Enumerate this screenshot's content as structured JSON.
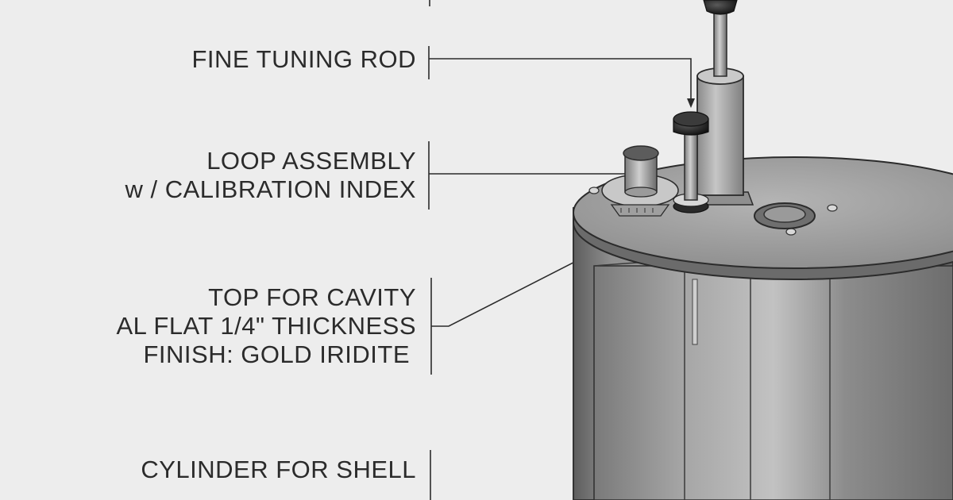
{
  "labels": {
    "fine_tuning_rod": "FINE TUNING ROD",
    "loop_assembly": [
      "LOOP ASSEMBLY",
      "w / CALIBRATION INDEX"
    ],
    "top_for_cavity": [
      "TOP FOR CAVITY",
      "AL FLAT 1/4\" THICKNESS",
      "FINISH: GOLD IRIDITE"
    ],
    "cylinder_for_shell": "CYLINDER FOR SHELL"
  }
}
